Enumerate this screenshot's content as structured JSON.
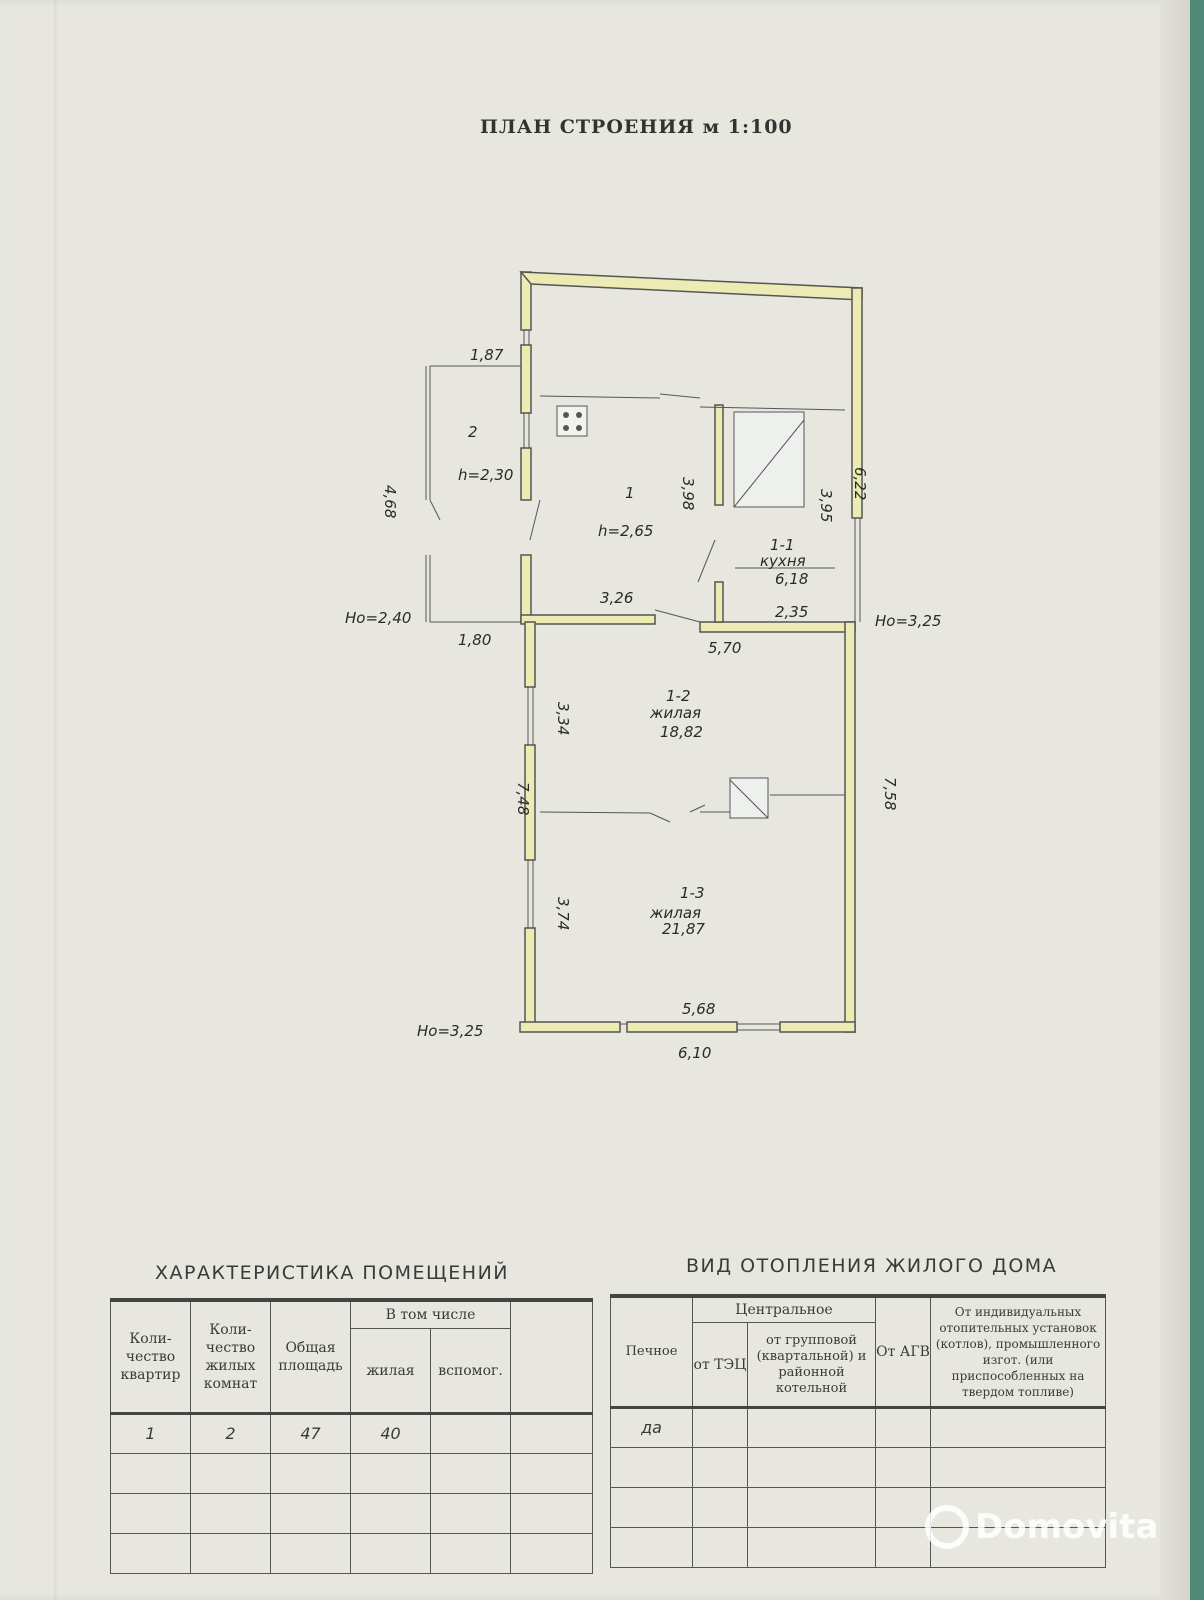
{
  "title": "ПЛАН СТРОЕНИЯ м 1:100",
  "plan": {
    "rooms": [
      {
        "number": "2",
        "height": "h=2,30"
      },
      {
        "number": "1",
        "height": "h=2,65"
      },
      {
        "number": "1-1",
        "name": "кухня",
        "area": "6,18"
      },
      {
        "number": "1-2",
        "name": "жилая",
        "area": "18,82"
      },
      {
        "number": "1-3",
        "name": "жилая",
        "area": "21,87"
      }
    ],
    "dimensions": {
      "d187": "1,87",
      "d468": "4,68",
      "d180": "1,80",
      "d398": "3,98",
      "d395": "3,95",
      "d622": "6,22",
      "d326": "3,26",
      "d235": "2,35",
      "d570": "5,70",
      "d334": "3,34",
      "d748": "7,48",
      "d758": "7,58",
      "d374": "3,74",
      "d568": "5,68",
      "d610": "6,10"
    },
    "levels": {
      "h240": "Hо=2,40",
      "h325a": "Hо=3,25",
      "h325b": "Hо=3,25"
    }
  },
  "rooms_char": {
    "heading": "ХАРАКТЕРИСТИКА ПОМЕЩЕНИЙ",
    "col_apartments": "Коли-чество квартир",
    "col_rooms": "Коли-чество жилых комнат",
    "col_total": "Общая площадь",
    "col_including": "В том числе",
    "col_living": "жилая",
    "col_aux": "вспомог.",
    "values": {
      "apartments": "1",
      "rooms": "2",
      "total": "47",
      "living": "40",
      "aux": ""
    }
  },
  "heating": {
    "heading": "ВИД ОТОПЛЕНИЯ ЖИЛОГО ДОМА",
    "col_stove": "Печное",
    "col_central": "Центральное",
    "col_tec": "от ТЭЦ",
    "col_group": "от групповой (квартальной) и районной котельной",
    "col_agv": "От АГВ",
    "col_individual": "От индивидуальных отопительных установок (котлов), промышленного изгот. (или приспособленных на твердом топливе)",
    "values": {
      "stove": "да"
    }
  },
  "watermark": "Domovita"
}
